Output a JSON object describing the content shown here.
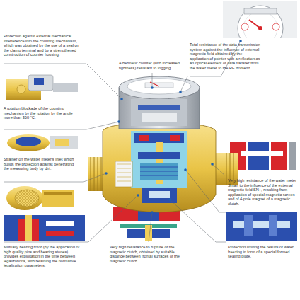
{
  "diagram": {
    "labels": [
      "Protection against external mechanical interference into the counting mechanism, which was obtained by the use of a seal on the clamp terminal and by a strengthened construction of counter housing.",
      "A hermetic counter (with increased tightness) resistant to fogging.",
      "Total resistance of the data transmission system against the influence of external magnetic field obtained by the application of pointer with a reflection as an optical element of data transfer from the water meter to the RF frontend.",
      "A rotation blockade of the counting mechanism by the rotation by the angle more than 360 °C.",
      "Strainer on the water meter's inlet which builds the protection against penetrating the measuring body by dirt.",
      "Very high resistance of the water meter Smart to the influence of the external magnetic field SN+, resulting from application of special magnetic screen and of 4-pole magnet of a magnetic clutch.",
      "Mutually bearing rotor (by the application of high quality pins and bearing stones) provides exploitation in the time between legalizations, with retaining the normative legalization parameters.",
      "Very high resistance to rupture of the magnetic clutch, obtained by suitable distance between frontal surfaces of the magnetic clutch.",
      "Protection limiting the results of water freezing in form of a special formed sealing plate."
    ]
  }
}
